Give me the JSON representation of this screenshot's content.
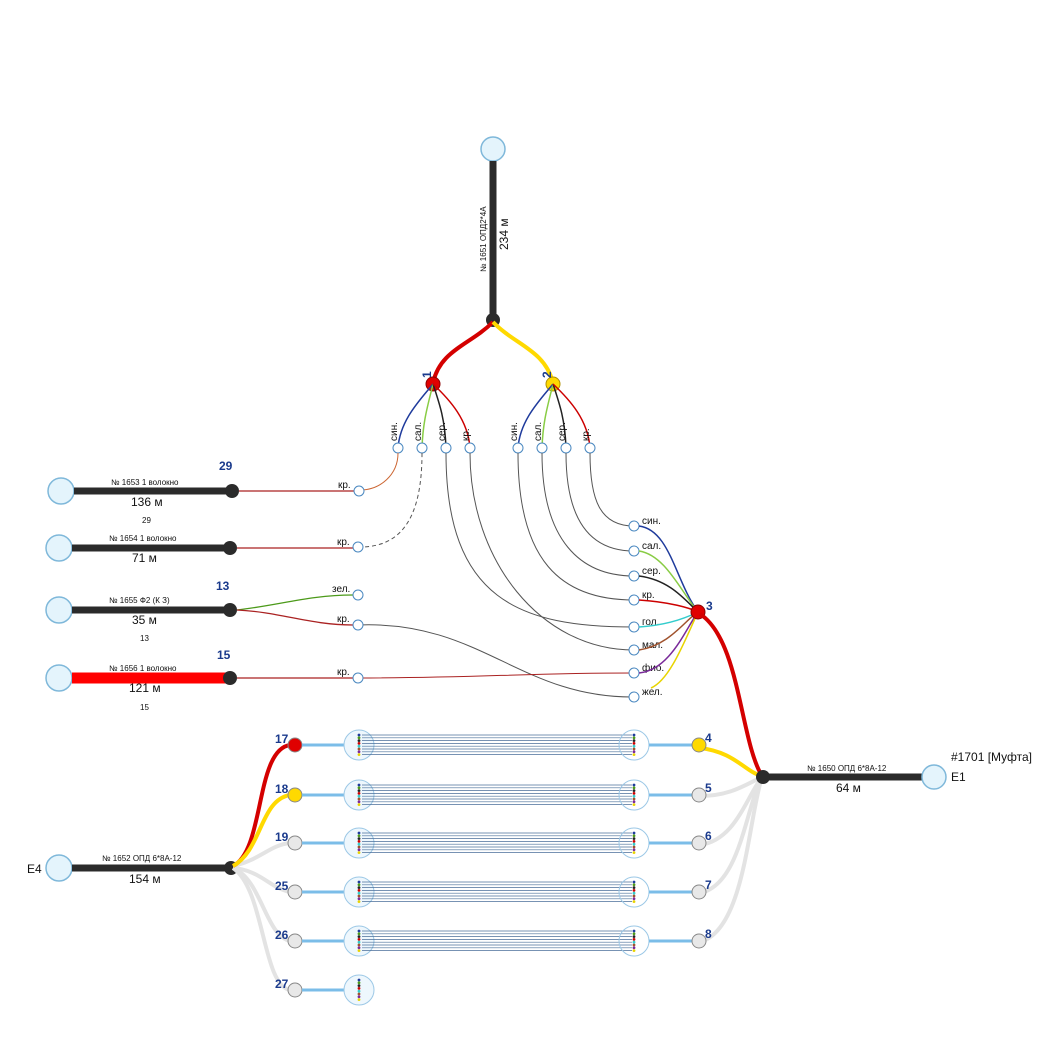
{
  "colors": {
    "cable": "#2b2b2b",
    "cable_red": "#ff0000",
    "endpoint_fill": "#e4f4fc",
    "endpoint_stroke": "#7fb8da",
    "red": "#d40000",
    "yellow": "#ffd900",
    "blue_link": "#7bbde8",
    "grey_fiber": "#e3e3e3"
  },
  "top_cable": {
    "name": "№ 1651 ОПД2*4А",
    "length": "234 м"
  },
  "tube_labels": {
    "t1": "1",
    "t2": "2",
    "t3": "3",
    "t4": "4"
  },
  "fiber_colors_4": [
    "син.",
    "сал.",
    "сер.",
    "кр."
  ],
  "fiber_colors_8": [
    "син.",
    "сал.",
    "сер.",
    "кр.",
    "гол.",
    "мал.",
    "фио.",
    "жел."
  ],
  "left_cables": [
    {
      "name": "№ 1653 1 волокно",
      "length": "136 м",
      "num": "29",
      "sub": "29",
      "fibers": [
        "кр."
      ]
    },
    {
      "name": "№ 1654 1 волокно",
      "length": "71 м",
      "num": "",
      "sub": "",
      "fibers": [
        "кр."
      ]
    },
    {
      "name": "№ 1655 Ф2 (К З)",
      "length": "35 м",
      "num": "13",
      "sub": "13",
      "fibers": [
        "зел.",
        "кр."
      ]
    },
    {
      "name": "№ 1656 1 волокно",
      "length": "121 м",
      "num": "15",
      "sub": "15",
      "fibers": [
        "кр."
      ]
    }
  ],
  "right_cable": {
    "name": "№ 1650 ОПД 6*8А-12",
    "length": "64 м",
    "title": "#1701 [Муфта]",
    "end": "E1"
  },
  "bottom_cable": {
    "name": "№ 1652 ОПД 6*8А-12",
    "length": "154 м",
    "end": "E4"
  },
  "bottom_left_modules": [
    "17",
    "18",
    "19",
    "25",
    "26",
    "27"
  ],
  "bottom_right_modules": [
    "4",
    "5",
    "6",
    "7",
    "8"
  ]
}
